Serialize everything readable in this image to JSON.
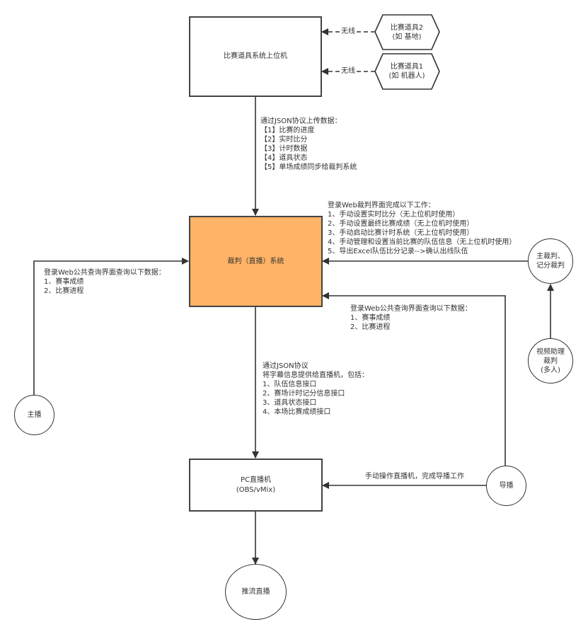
{
  "colors": {
    "referee_fill": "#ffb366",
    "stroke": "#444444",
    "text": "#333333",
    "background": "#ffffff"
  },
  "nodes": {
    "upper_computer": {
      "label": "比赛道具系统上位机"
    },
    "prop2": {
      "line1": "比赛道具2",
      "line2": "(如 基地)"
    },
    "prop1": {
      "line1": "比赛道具1",
      "line2": "(如 机器人)"
    },
    "referee_system": {
      "label": "裁判（直播）系统"
    },
    "pc_broadcaster": {
      "line1": "PC直播机",
      "line2": "(OBS/vMix)"
    },
    "stream": {
      "label": "推流直播"
    },
    "host": {
      "label": "主播"
    },
    "director": {
      "label": "导播"
    },
    "chief_referee": {
      "line1": "主裁判、",
      "line2": "记分裁判"
    },
    "video_assistant": {
      "line1": "视频助理",
      "line2": "裁判",
      "line3": "(多人)"
    }
  },
  "edges": {
    "wireless_label_top": "无线",
    "wireless_label_bottom": "无线",
    "upload": {
      "title": "通过JSON协议上传数据：",
      "items": [
        "【1】比赛的进度",
        "【2】实时比分",
        "【3】计时数据",
        "【4】道具状态",
        "【5】单场成绩同步给裁判系统"
      ]
    },
    "referee_web": {
      "title": "登录Web裁判界面完成以下工作：",
      "items": [
        "1、手动设置实时比分（无上位机时使用）",
        "2、手动设置最终比赛成绩（无上位机时使用）",
        "3、手动启动比赛计时系统（无上位机时使用）",
        "4、手动管理和设置当前比赛的队伍信息（无上位机时使用）",
        "5、导出Excel队伍比分记录-->确认出线队伍"
      ]
    },
    "host_query": {
      "title": "登录Web公共查询界面查询以下数据：",
      "items": [
        "1、赛事成绩",
        "2、比赛进程"
      ]
    },
    "director_query": {
      "title": "登录Web公共查询界面查询以下数据：",
      "items": [
        "1、赛事成绩",
        "2、比赛进程"
      ]
    },
    "caption_json": {
      "title1": "通过JSON协议",
      "title2": "将字幕信息提供给直播机，包括：",
      "items": [
        "1、队伍信息接口",
        "2、赛场计时记分信息接口",
        "3、道具状态接口",
        "4、本场比赛成绩接口"
      ]
    },
    "director_operate": "手动操作直播机，完成导播工作"
  }
}
